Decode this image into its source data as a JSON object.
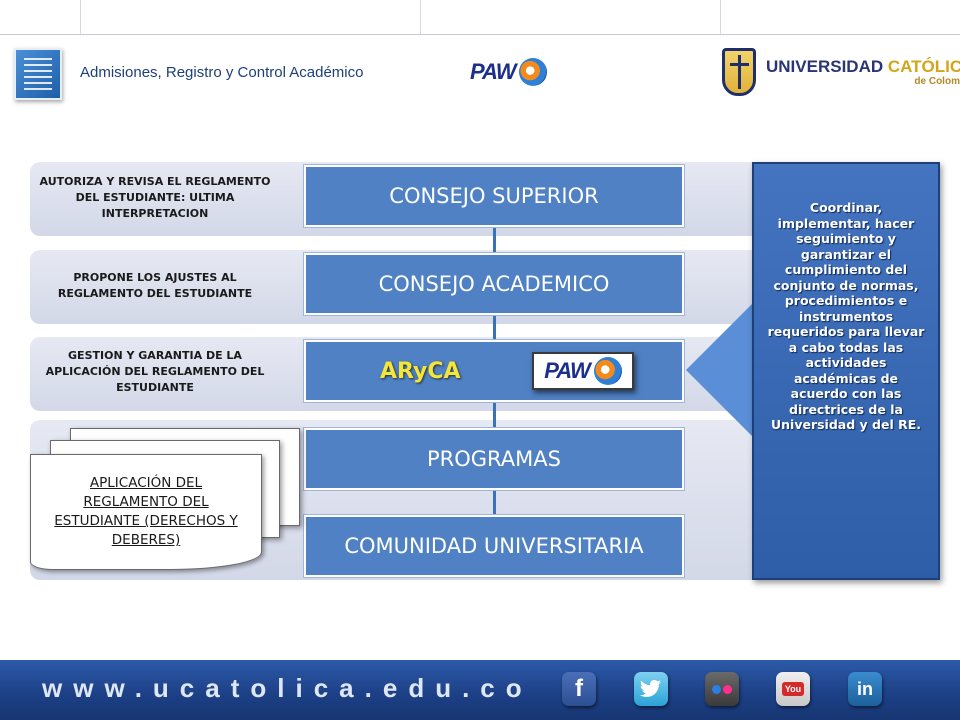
{
  "header": {
    "title": "Admisiones, Registro y Control Académico",
    "paw_logo": "PAW",
    "university_line1": "UNIVERSIDAD",
    "university_line1_accent": "CATÓLICA",
    "university_line2": "de Colombia"
  },
  "roles": [
    {
      "text": "AUTORIZA Y REVISA EL REGLAMENTO DEL ESTUDIANTE: ULTIMA INTERPRETACION"
    },
    {
      "text": "PROPONE LOS AJUSTES AL REGLAMENTO DEL ESTUDIANTE"
    },
    {
      "text": "GESTION Y GARANTIA DE  LA APLICACIÓN DEL REGLAMENTO DEL ESTUDIANTE"
    }
  ],
  "hierarchy": [
    {
      "label": "CONSEJO SUPERIOR"
    },
    {
      "label": "CONSEJO ACADEMICO"
    },
    {
      "label": "ARyCA"
    },
    {
      "label": "PROGRAMAS"
    },
    {
      "label": "COMUNIDAD UNIVERSITARIA"
    }
  ],
  "paw_badge": "PAW",
  "document_text": "APLICACIÓN DEL REGLAMENTO DEL ESTUDIANTE (DERECHOS Y DEBERES)",
  "description": "Coordinar, implementar, hacer seguimiento y garantizar el cumplimiento del conjunto de normas, procedimientos e instrumentos requeridos para llevar a cabo todas las actividades académicas de acuerdo con las directrices de la Universidad y del RE.",
  "footer": {
    "url": "www.ucatolica.edu.co",
    "social": {
      "facebook": "f",
      "linkedin": "in",
      "youtube": "You"
    }
  },
  "colors": {
    "box_blue": "#4f81c4",
    "aryca_yellow": "#f3e63a",
    "footer_blue": "#1c3f85"
  },
  "icons": [
    "office-logo-icon",
    "paw-logo",
    "university-shield-icon",
    "facebook-icon",
    "twitter-icon",
    "flickr-icon",
    "youtube-icon",
    "linkedin-icon"
  ]
}
